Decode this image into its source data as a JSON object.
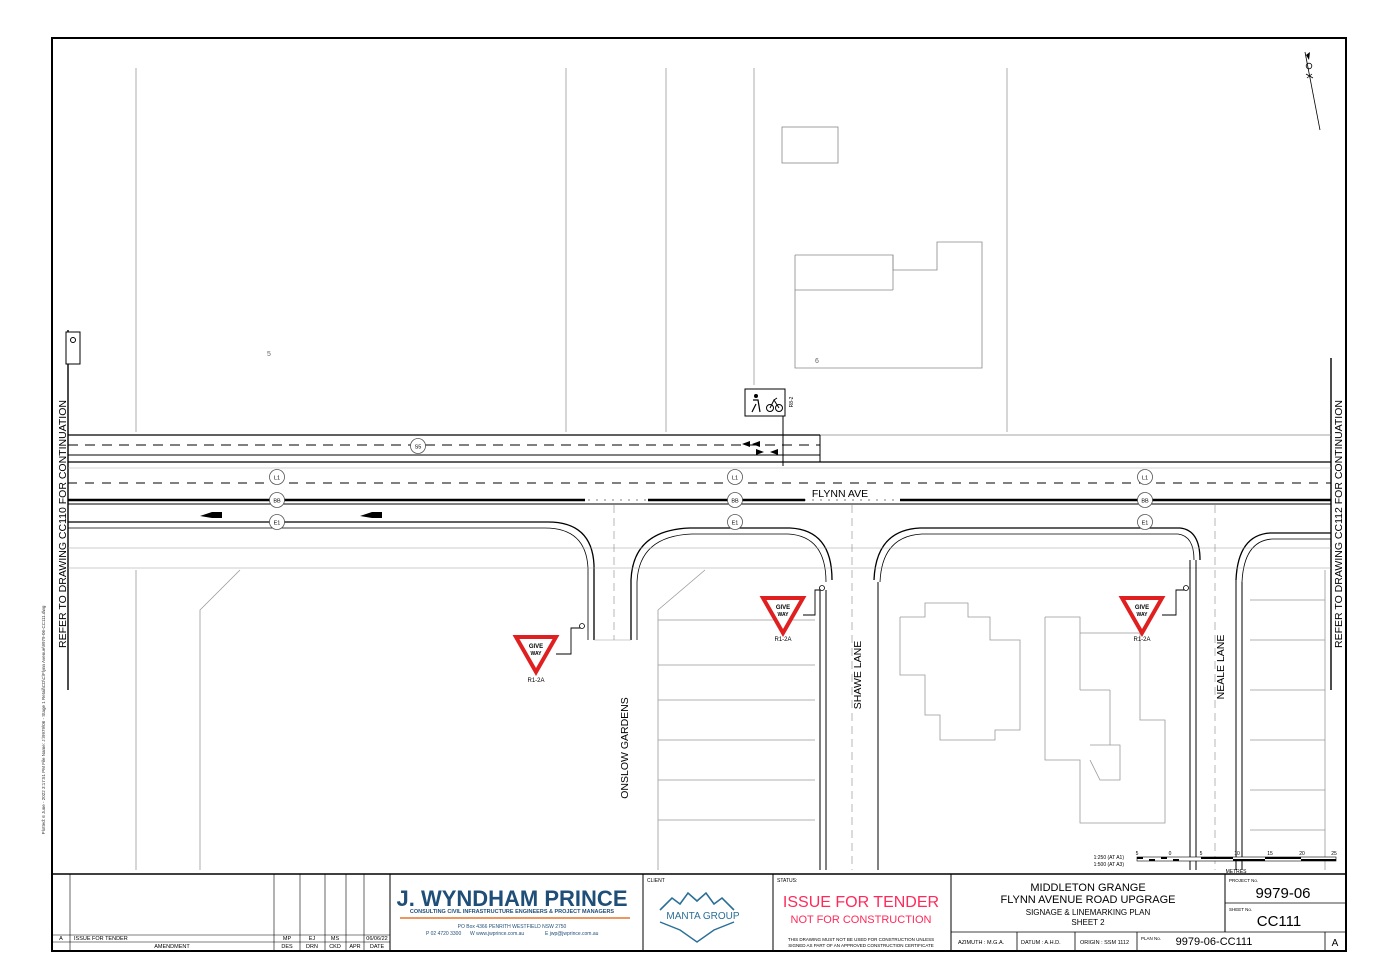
{
  "plan": {
    "street_names": {
      "flynn_ave": "FLYNN AVE",
      "onslow_gardens": "ONSLOW GARDENS",
      "shawe_lane": "SHAWE LANE",
      "neale_lane": "NEALE LANE"
    },
    "continuation_left": "REFER TO DRAWING CC110 FOR CONTINUATION",
    "continuation_right": "REFER TO DRAWING CC112 FOR CONTINUATION",
    "lot_numbers": [
      "5",
      "6"
    ],
    "line_markers": {
      "s5": "S5",
      "l1": "L1",
      "bb": "BB",
      "e1": "E1"
    },
    "sign_codes": {
      "give_way": "R1-2A",
      "shared_path": "R8-2",
      "give_way_top": "GIVE",
      "give_way_bottom": "WAY"
    },
    "scale": {
      "ratio_a1": "1:250 (AT A1)",
      "ratio_a3": "1:500 (AT A3)",
      "ticks": [
        "5",
        "0",
        "5",
        "10",
        "15",
        "20",
        "25"
      ],
      "unit": "METRES"
    },
    "plot_info": "Plotted: 6 June - 2022 3:17:51 PM  File Name: J:\\9979\\06 - Stage 1 Retail\\CD\\C\\Flynn Avenue\\9979-06-CC111.dwg"
  },
  "title_block": {
    "amendments": {
      "rows": [
        {
          "rev": "A",
          "description": "ISSUE FOR TENDER",
          "des": "MP",
          "drn": "EJ",
          "ckd": "MS",
          "apr": "",
          "date": "06/06/22"
        }
      ],
      "headers": {
        "amendment": "AMENDMENT",
        "des": "DES",
        "drn": "DRN",
        "ckd": "CKD",
        "apr": "APR",
        "date": "DATE"
      }
    },
    "company": {
      "name": "J. WYNDHAM PRINCE",
      "tagline": "CONSULTING CIVIL INFRASTRUCTURE ENGINEERS & PROJECT MANAGERS",
      "address": "PO Box 4366 PENRITH WESTFIELD NSW 2750",
      "phone": "P 02 4720 3300",
      "web": "W www.jwprince.com.au",
      "email": "E jwp@jwprince.com.au",
      "brand_color": "#1f4e79",
      "accent_color": "#e8742a"
    },
    "client": {
      "label": "CLIENT",
      "name": "MANTA GROUP",
      "color": "#2a6f97"
    },
    "status": {
      "label": "STATUS:",
      "line1": "ISSUE FOR TENDER",
      "line2": "NOT FOR CONSTRUCTION",
      "disclaimer1": "THIS DRAWING MUST NOT BE USED FOR CONSTRUCTION UNLESS",
      "disclaimer2": "SIGNED AS PART OF AN APPROVED CONSTRUCTION CERTIFICATE",
      "color": "#ff2a5a"
    },
    "project": {
      "line1": "MIDDLETON GRANGE",
      "line2": "FLYNN AVENUE ROAD UPGRAGE",
      "line3": "SIGNAGE & LINEMARKING PLAN",
      "line4": "SHEET 2"
    },
    "azimuth": "AZIMUTH : M.G.A.",
    "datum": "DATUM : A.H.D.",
    "origin": "ORIGIN : SSM 1112",
    "plan_no_label": "PLAN No.",
    "plan_no": "9979-06-CC111",
    "project_no_label": "PROJECT No.",
    "project_no": "9979-06",
    "sheet_no_label": "SHEET No.",
    "sheet_no": "CC111",
    "revision": "A"
  }
}
